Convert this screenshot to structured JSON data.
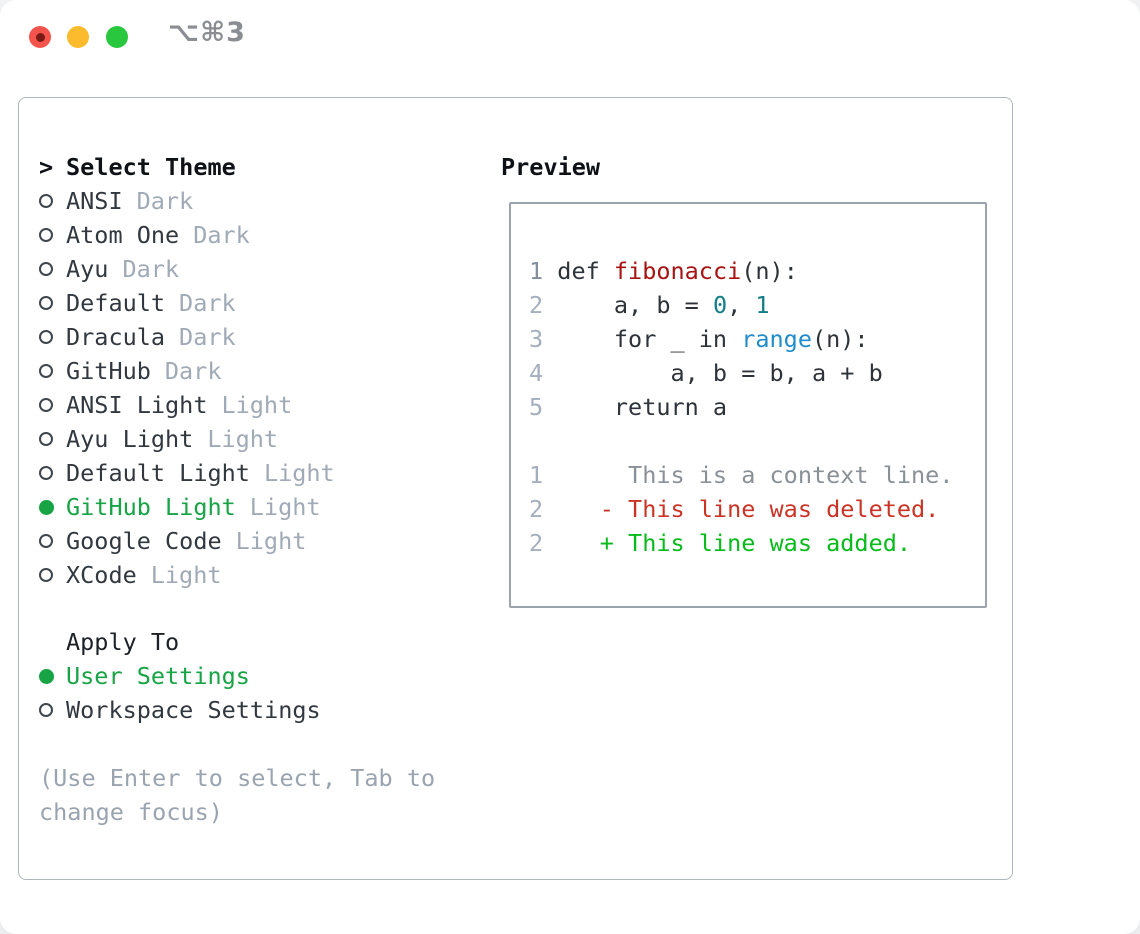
{
  "window": {
    "title_shortcut": "⌥⌘3",
    "traffic_lights": [
      "close",
      "minimize",
      "zoom"
    ]
  },
  "theme_picker": {
    "prompt": ">",
    "heading": "Select Theme",
    "themes": [
      {
        "name": "ANSI",
        "variant": "Dark",
        "selected": false
      },
      {
        "name": "Atom One",
        "variant": "Dark",
        "selected": false
      },
      {
        "name": "Ayu",
        "variant": "Dark",
        "selected": false
      },
      {
        "name": "Default",
        "variant": "Dark",
        "selected": false
      },
      {
        "name": "Dracula",
        "variant": "Dark",
        "selected": false
      },
      {
        "name": "GitHub",
        "variant": "Dark",
        "selected": false
      },
      {
        "name": "ANSI Light",
        "variant": "Light",
        "selected": false
      },
      {
        "name": "Ayu Light",
        "variant": "Light",
        "selected": false
      },
      {
        "name": "Default Light",
        "variant": "Light",
        "selected": false
      },
      {
        "name": "GitHub Light",
        "variant": "Light",
        "selected": true
      },
      {
        "name": "Google Code",
        "variant": "Light",
        "selected": false
      },
      {
        "name": "XCode",
        "variant": "Light",
        "selected": false
      }
    ],
    "apply_to": {
      "heading": "Apply To",
      "options": [
        {
          "label": "User Settings",
          "selected": true
        },
        {
          "label": "Workspace Settings",
          "selected": false
        }
      ]
    },
    "hint_lines": [
      "(Use Enter to select, Tab to",
      "change focus)"
    ]
  },
  "preview": {
    "heading": "Preview",
    "lines": [
      {
        "num": "1",
        "shade": "mid",
        "tokens": [
          {
            "text": " def ",
            "cls": "plain"
          },
          {
            "text": "fibonacci",
            "cls": "fn"
          },
          {
            "text": "(n):",
            "cls": "plain"
          }
        ]
      },
      {
        "num": "2",
        "shade": "light",
        "tokens": [
          {
            "text": "     a, b = ",
            "cls": "plain"
          },
          {
            "text": "0",
            "cls": "lit"
          },
          {
            "text": ", ",
            "cls": "plain"
          },
          {
            "text": "1",
            "cls": "lit"
          }
        ]
      },
      {
        "num": "3",
        "shade": "light",
        "tokens": [
          {
            "text": "     for _ in ",
            "cls": "plain"
          },
          {
            "text": "range",
            "cls": "call"
          },
          {
            "text": "(n):",
            "cls": "plain"
          }
        ]
      },
      {
        "num": "4",
        "shade": "light",
        "tokens": [
          {
            "text": "         a, b = b, a + b",
            "cls": "plain"
          }
        ]
      },
      {
        "num": "5",
        "shade": "light",
        "tokens": [
          {
            "text": "     return a",
            "cls": "plain"
          }
        ]
      },
      {
        "num": "",
        "shade": "light",
        "tokens": []
      },
      {
        "num": "1",
        "shade": "light",
        "tokens": [
          {
            "text": "      This is a context line.",
            "cls": "ctx"
          }
        ]
      },
      {
        "num": "2",
        "shade": "light",
        "tokens": [
          {
            "text": "    - This line was deleted.",
            "cls": "del"
          }
        ]
      },
      {
        "num": "2",
        "shade": "light",
        "tokens": [
          {
            "text": "    + This line was added.",
            "cls": "add"
          }
        ]
      }
    ]
  },
  "colors": {
    "selected_green": "#16a444",
    "added_green": "#06bb1a",
    "deleted_red": "#cb3425",
    "function_red": "#a81212",
    "literal_teal": "#0f7e87",
    "call_blue": "#1f8ccc",
    "code_text": "#2d3339",
    "context_gray": "#8a9097",
    "variant_gray": "#a0aab6",
    "hint_gray": "#9aa4b0",
    "ln_light": "#a4aebe",
    "ln_mid": "#848e9c",
    "text_dark": "#32383f",
    "heading_black": "#0e1216",
    "apply_black": "#1c2127",
    "circle_border": "#3f464e",
    "panel_border": "#aeb6bf",
    "preview_border": "#9aa3ae",
    "title_gray": "#8a8d91",
    "traffic_red": "#f5544d",
    "traffic_red_dot": "#7a1a17",
    "traffic_yellow": "#fcbb2d",
    "traffic_green": "#29c73e"
  }
}
